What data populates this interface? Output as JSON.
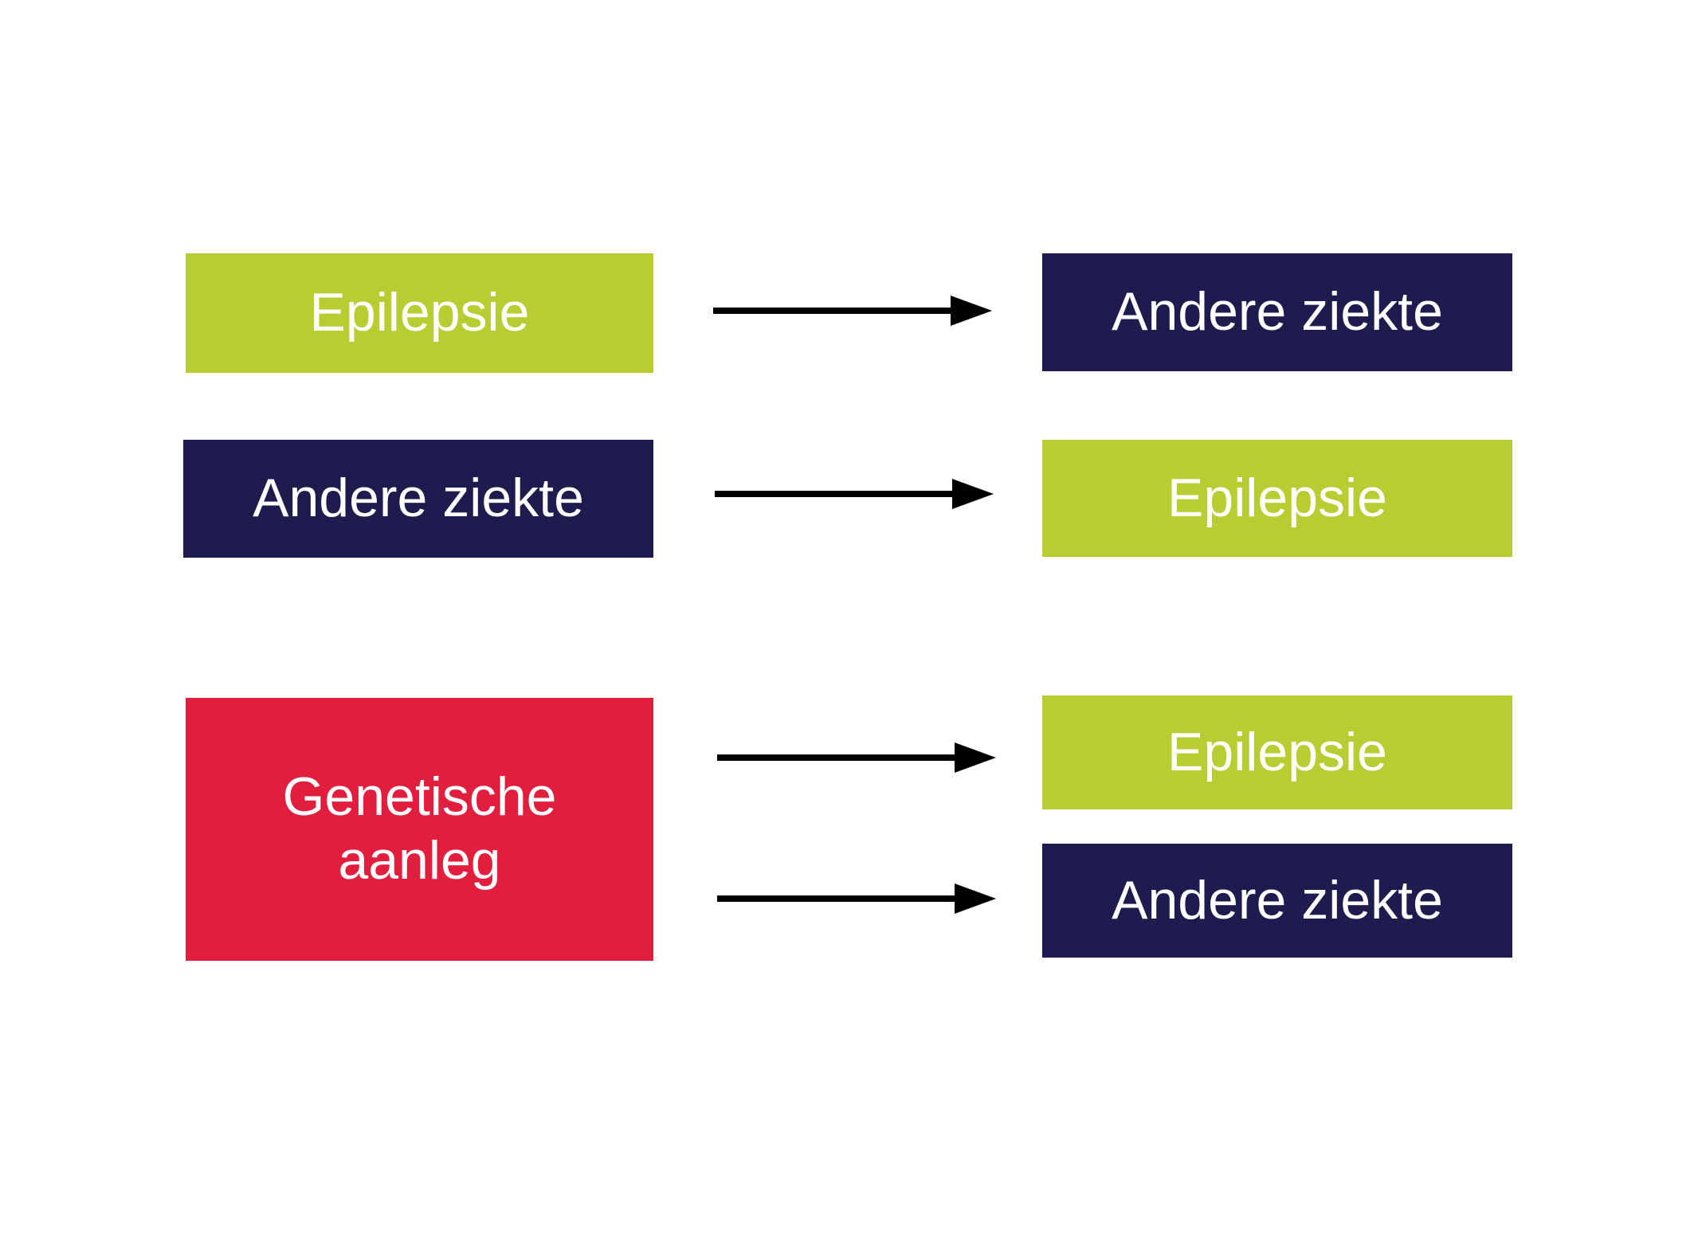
{
  "diagram": {
    "background_color": "#ffffff",
    "palette": {
      "green": "#b9cd33",
      "navy": "#1e1b4e",
      "red": "#e21e3f",
      "arrow": "#000000",
      "label_text": "#ffffff"
    },
    "rows": [
      {
        "name": "epilepsie-to-andere-ziekte",
        "source": {
          "label": "Epilepsie",
          "color": "#b9cd33"
        },
        "target": {
          "label": "Andere ziekte",
          "color": "#1e1b4e"
        }
      },
      {
        "name": "andere-ziekte-to-epilepsie",
        "source": {
          "label": "Andere ziekte",
          "color": "#1e1b4e"
        },
        "target": {
          "label": "Epilepsie",
          "color": "#b9cd33"
        }
      },
      {
        "name": "genetische-aanleg-to-both",
        "source": {
          "label": "Genetische aanleg",
          "color": "#e21e3f"
        },
        "targets": [
          {
            "label": "Epilepsie",
            "color": "#b9cd33"
          },
          {
            "label": "Andere ziekte",
            "color": "#1e1b4e"
          }
        ]
      }
    ]
  }
}
